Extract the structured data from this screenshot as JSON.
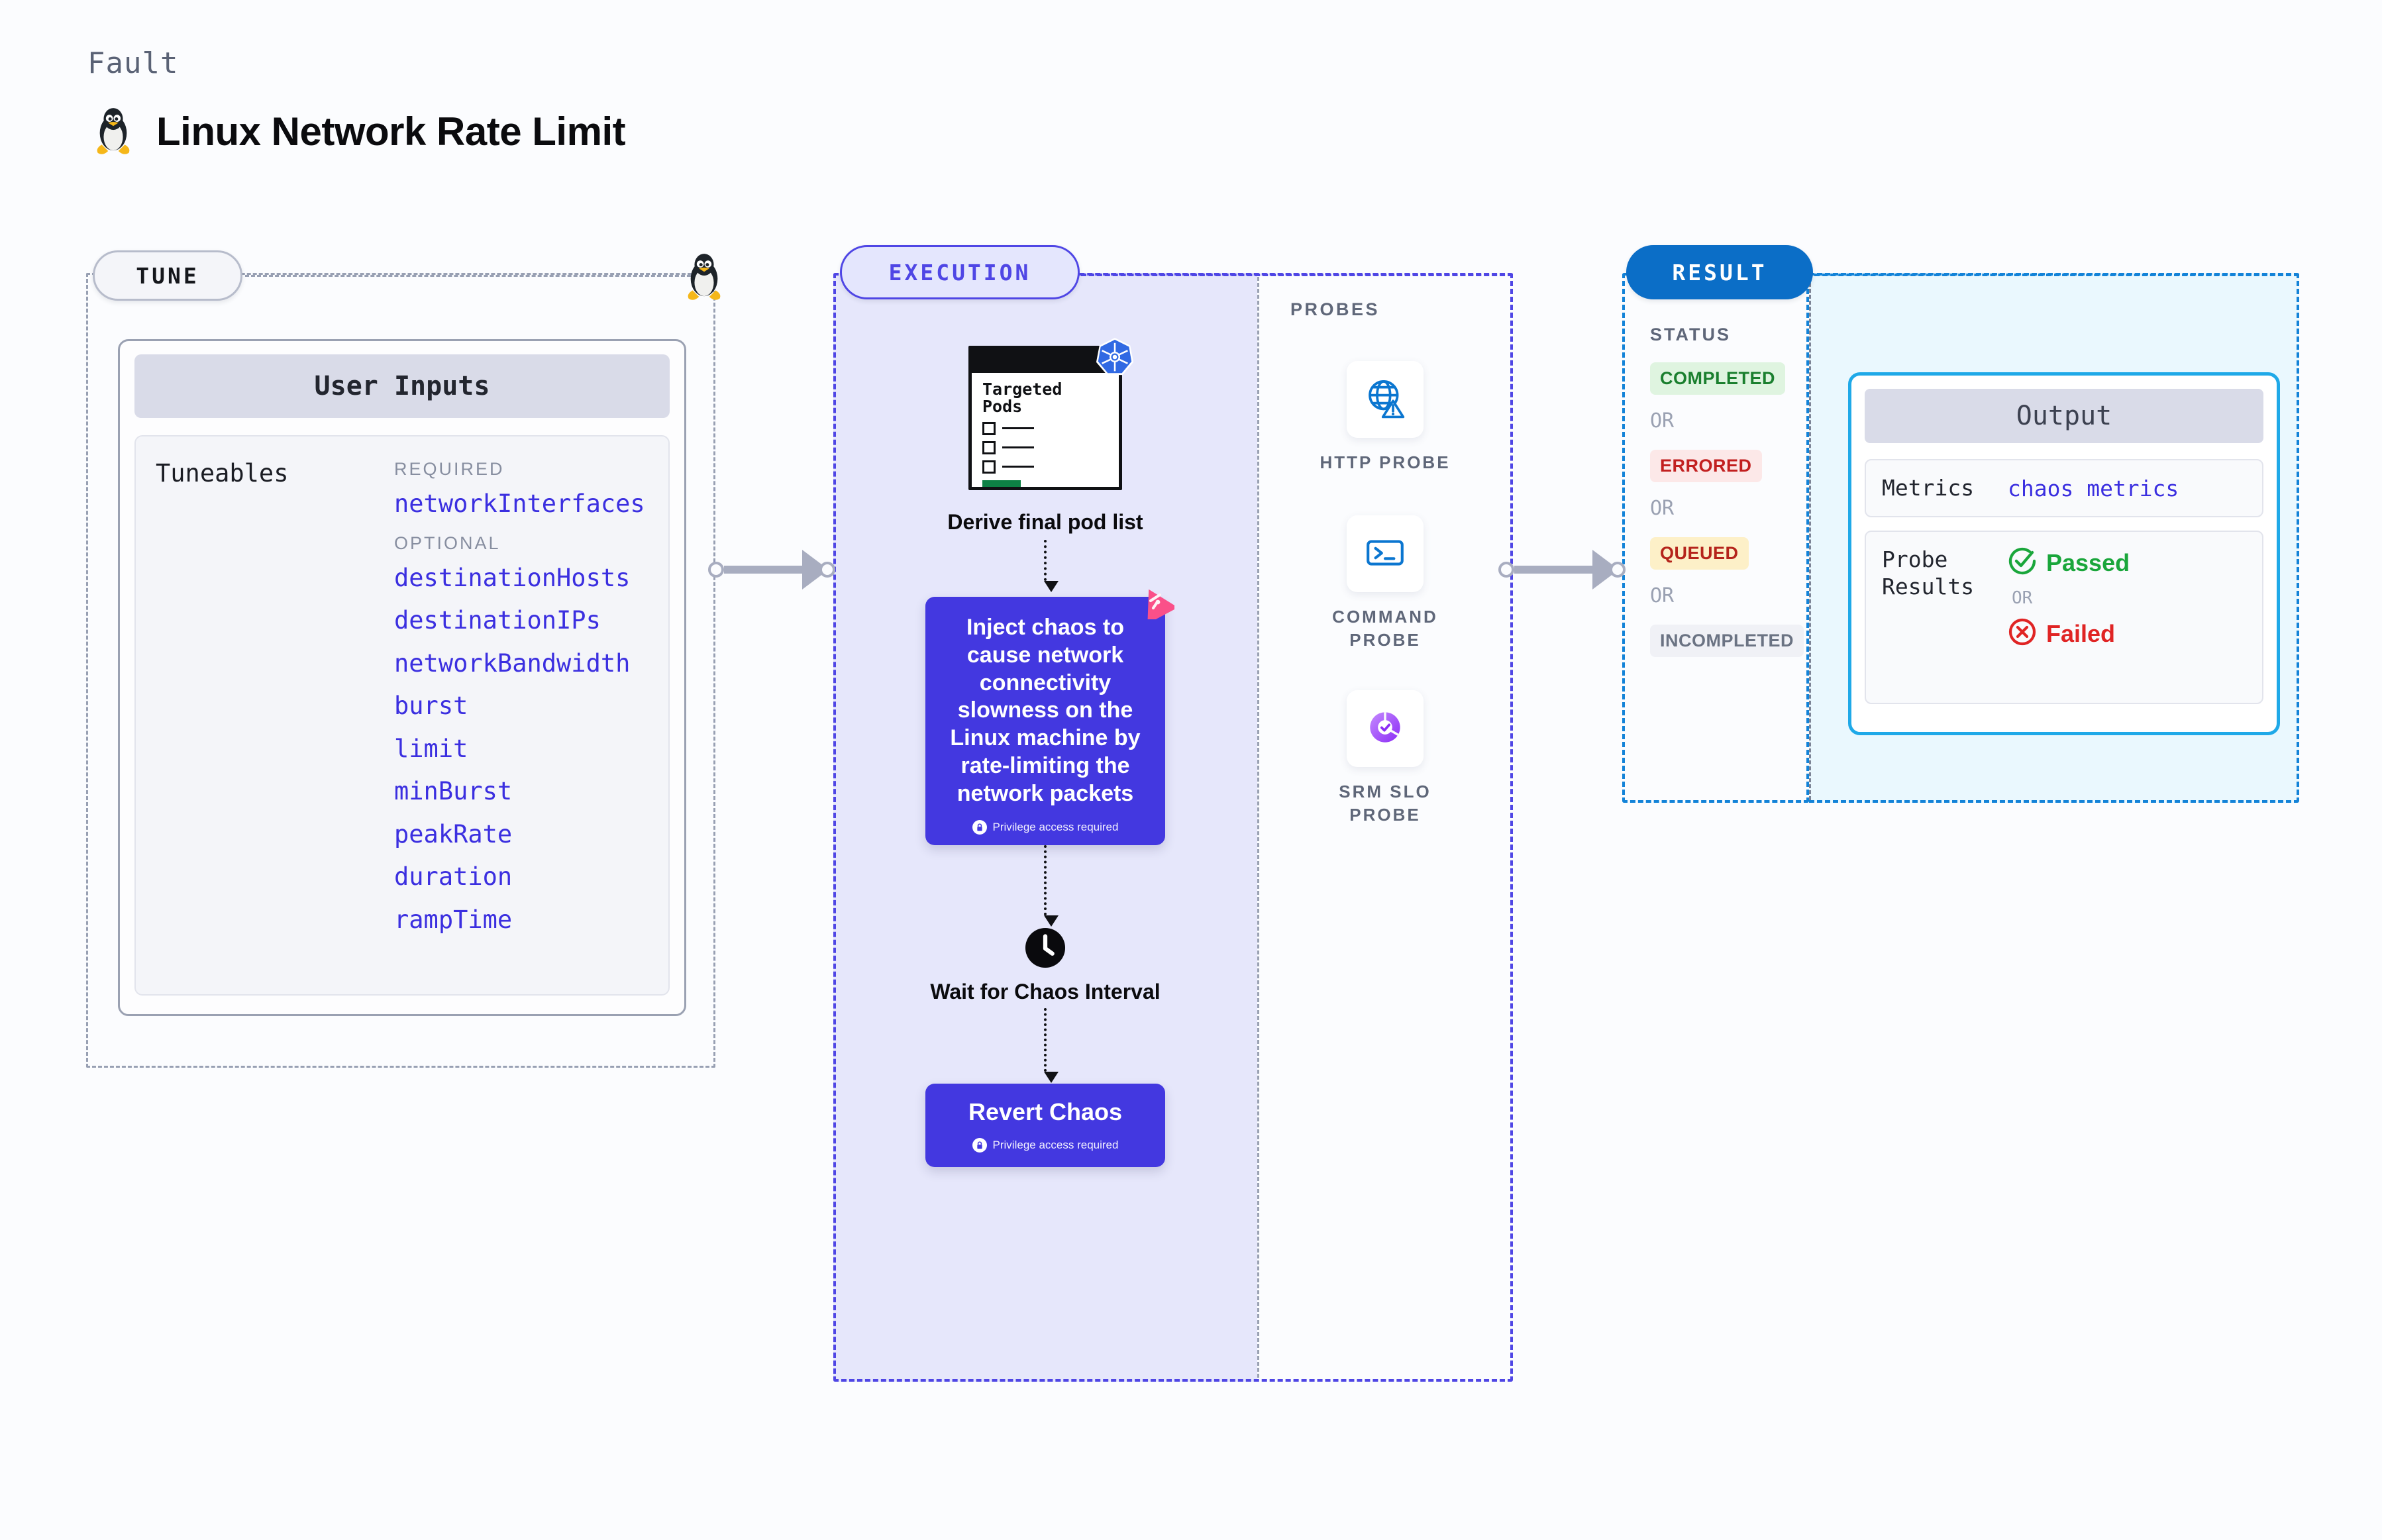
{
  "header": {
    "kicker": "Fault",
    "title": "Linux Network Rate Limit",
    "icon": "linux-penguin-icon"
  },
  "tune": {
    "badge": "TUNE",
    "edge_icon": "linux-penguin-icon",
    "card_title": "User Inputs",
    "tuneables_label": "Tuneables",
    "groups": [
      {
        "heading": "REQUIRED",
        "items": [
          "networkInterfaces"
        ]
      },
      {
        "heading": "OPTIONAL",
        "items": [
          "destinationHosts",
          "destinationIPs",
          "networkBandwidth",
          "burst",
          "limit",
          "minBurst",
          "peakRate",
          "duration",
          "rampTime"
        ]
      }
    ]
  },
  "execution": {
    "badge": "EXECUTION",
    "pods_card": {
      "title": "Targeted\nPods",
      "badge_icon": "kubernetes-icon",
      "rows": 3
    },
    "derive_label": "Derive final pod list",
    "inject": {
      "text": "Inject chaos to cause network connectivity slowness on the Linux machine by rate-limiting the network packets",
      "privilege_note": "Privilege access required",
      "corner_icon": "litmuschaos-icon"
    },
    "wait": {
      "icon": "clock-icon",
      "label": "Wait for Chaos Interval"
    },
    "revert": {
      "title": "Revert Chaos",
      "privilege_note": "Privilege access required"
    }
  },
  "probes": {
    "label": "PROBES",
    "items": [
      {
        "name": "HTTP PROBE",
        "icon": "globe-warning-icon"
      },
      {
        "name": "COMMAND\nPROBE",
        "icon": "terminal-icon"
      },
      {
        "name": "SRM SLO\nPROBE",
        "icon": "srm-slo-icon"
      }
    ]
  },
  "result": {
    "badge": "RESULT",
    "status_label": "STATUS",
    "or": "OR",
    "statuses": [
      {
        "text": "COMPLETED",
        "color": "#1a7f2e",
        "bg": "#dff4e0"
      },
      {
        "text": "ERRORED",
        "color": "#c22020",
        "bg": "#fce8e8"
      },
      {
        "text": "QUEUED",
        "color": "#b5241b",
        "bg": "#fdf0c8"
      },
      {
        "text": "INCOMPLETED",
        "color": "#6b7383",
        "bg": "#f0f1f6"
      }
    ]
  },
  "output": {
    "title": "Output",
    "metrics_label": "Metrics",
    "metrics_value": "chaos metrics",
    "probe_results_label": "Probe\nResults",
    "passed": "Passed",
    "failed": "Failed",
    "or": "OR"
  },
  "colors": {
    "accent_indigo": "#4338e0",
    "accent_blue": "#0b6ec7",
    "tune_gray": "#98a0b3",
    "output_cyan": "#1fa9e8"
  }
}
